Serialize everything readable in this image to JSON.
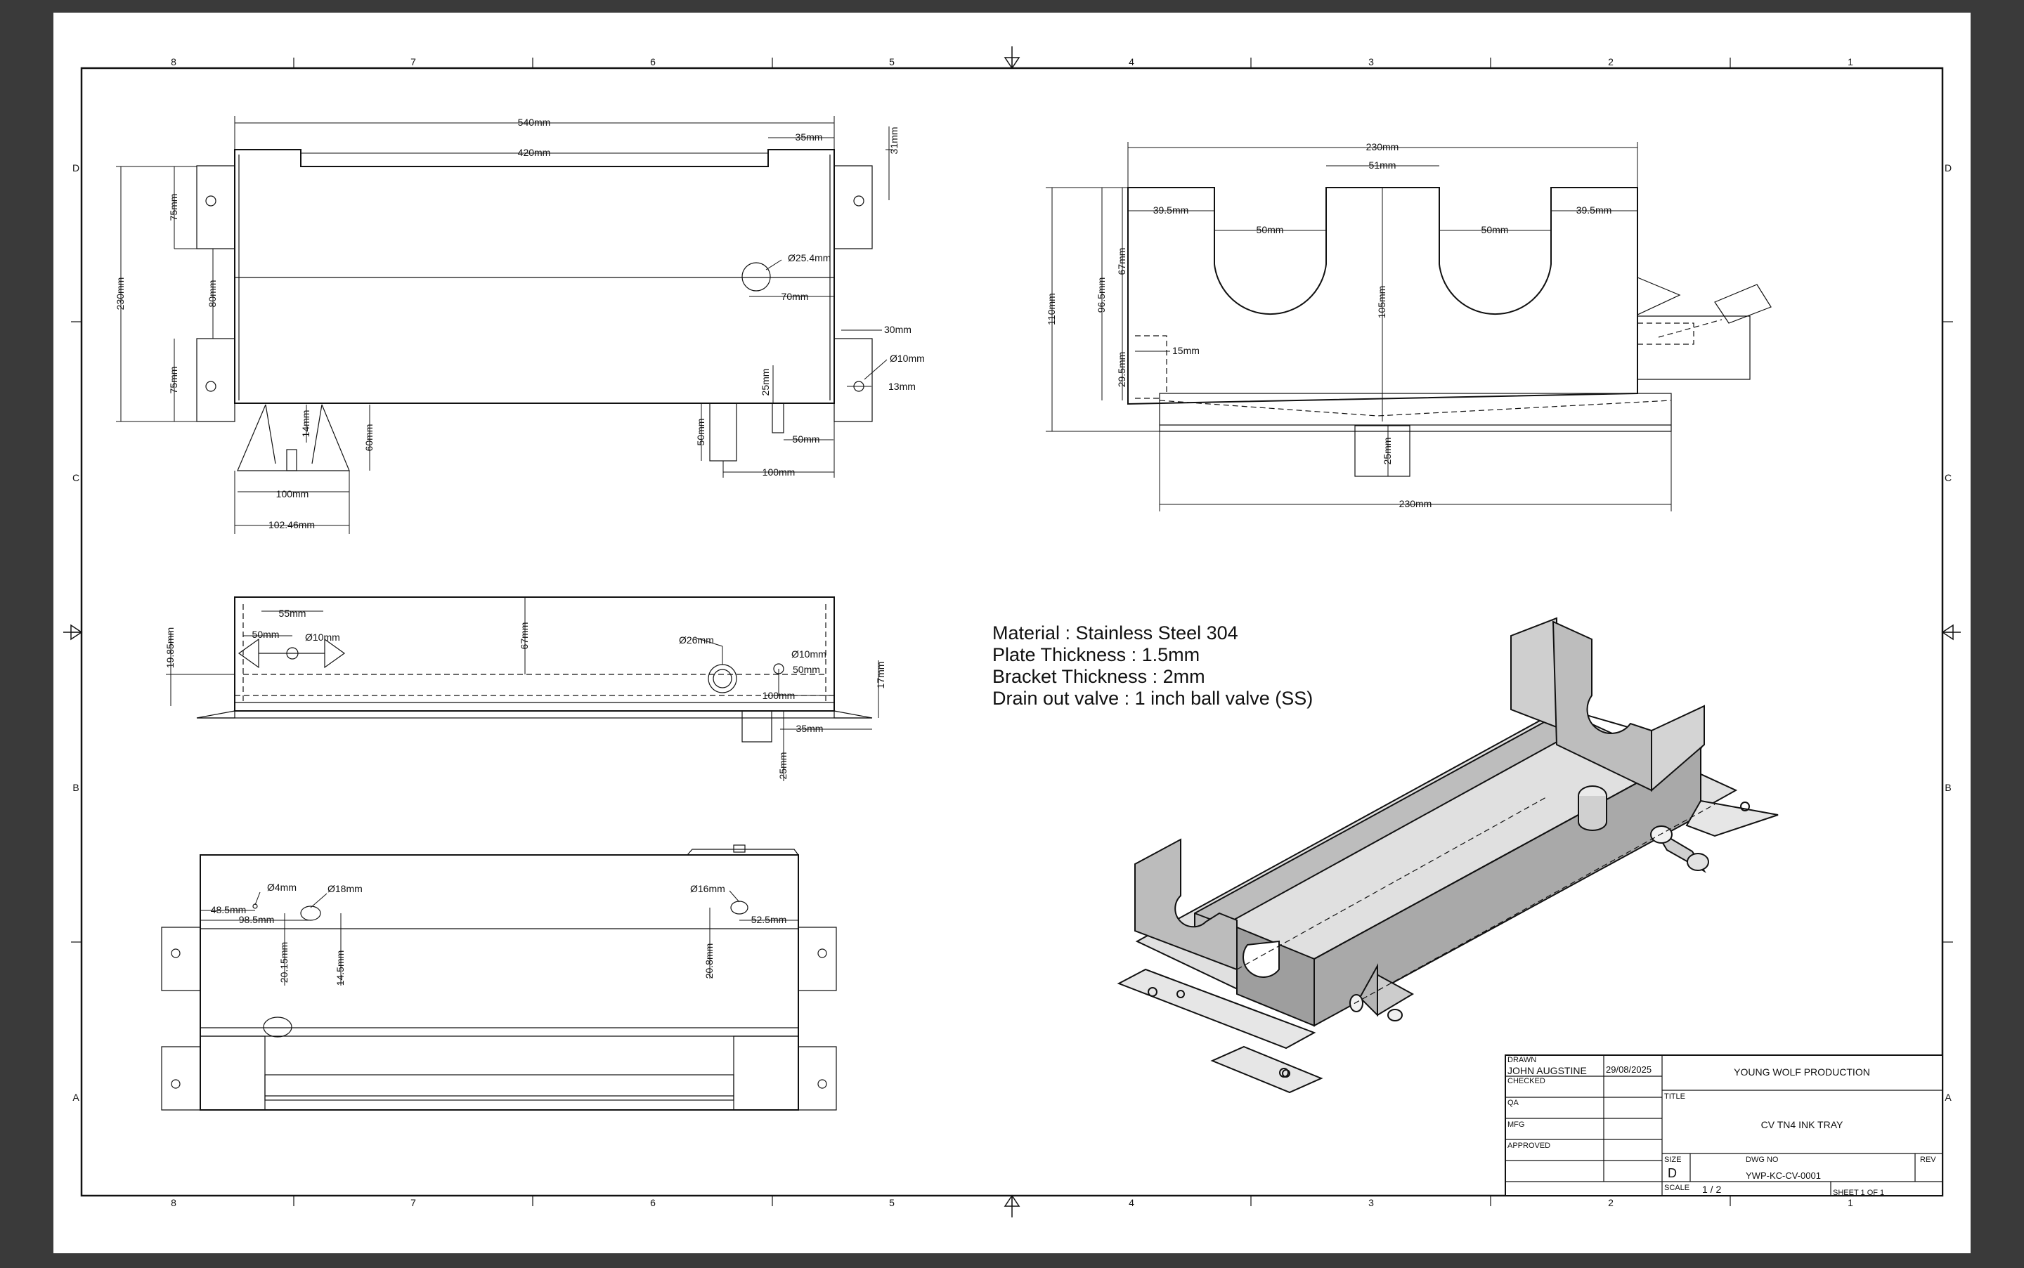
{
  "zones": {
    "columns": [
      "8",
      "7",
      "6",
      "5",
      "4",
      "3",
      "2",
      "1"
    ],
    "rows": [
      "D",
      "C",
      "B",
      "A"
    ]
  },
  "front_view": {
    "dims": {
      "d540": "540mm",
      "d420": "420mm",
      "d35": "35mm",
      "d31": "31mm",
      "d230": "230mm",
      "d75a": "75mm",
      "d80": "80mm",
      "d75b": "75mm",
      "d25_4": "Ø25.4mm",
      "d70": "70mm",
      "d30": "30mm",
      "d10": "Ø10mm",
      "d13": "13mm",
      "d14": "14mm",
      "d60": "60mm",
      "d50v": "50mm",
      "d25v": "25mm",
      "d50h": "50mm",
      "d100a": "100mm",
      "d100b": "100mm",
      "d102": "102.46mm"
    }
  },
  "side_view": {
    "dims": {
      "d230t": "230mm",
      "d51": "51mm",
      "d39a": "39.5mm",
      "d50a": "50mm",
      "d50b": "50mm",
      "d39b": "39.5mm",
      "d110": "110mm",
      "d96": "96.5mm",
      "d67": "67mm",
      "d105": "105mm",
      "d29": "29.5mm",
      "d15": "15mm",
      "d25": "25mm",
      "d230b": "230mm"
    }
  },
  "top_view": {
    "dims": {
      "d55": "55mm",
      "d50a": "50mm",
      "d10a": "Ø10mm",
      "d19": "19.85mm",
      "d67": "67mm",
      "d26": "Ø26mm",
      "d10b": "Ø10mm",
      "d50b": "50mm",
      "d100": "100mm",
      "d17": "17mm",
      "d35": "35mm",
      "d25": "25mm"
    }
  },
  "bottom_view": {
    "dims": {
      "d4": "Ø4mm",
      "d18": "Ø18mm",
      "d16": "Ø16mm",
      "d48": "48.5mm",
      "d98": "98.5mm",
      "d52": "52.5mm",
      "d20a": "20.15mm",
      "d14": "14.5mm",
      "d20b": "20.8mm"
    }
  },
  "notes": [
    "Material : Stainless Steel 304",
    "Plate Thickness : 1.5mm",
    "Bracket Thickness : 2mm",
    "Drain out valve : 1 inch ball valve (SS)"
  ],
  "title_block": {
    "drawn_label": "DRAWN",
    "drawn_name": "JOHN AUGSTINE",
    "drawn_date": "29/08/2025",
    "checked_label": "CHECKED",
    "qa_label": "QA",
    "mfg_label": "MFG",
    "approved_label": "APPROVED",
    "company": "YOUNG WOLF PRODUCTION",
    "title_label": "TITLE",
    "title": "CV TN4 INK TRAY",
    "size_label": "SIZE",
    "size": "D",
    "dwg_no_label": "DWG NO",
    "dwg_no": "YWP-KC-CV-0001",
    "rev_label": "REV",
    "scale_label": "SCALE",
    "scale": "1 / 2",
    "sheet": "SHEET 1  OF 1"
  }
}
